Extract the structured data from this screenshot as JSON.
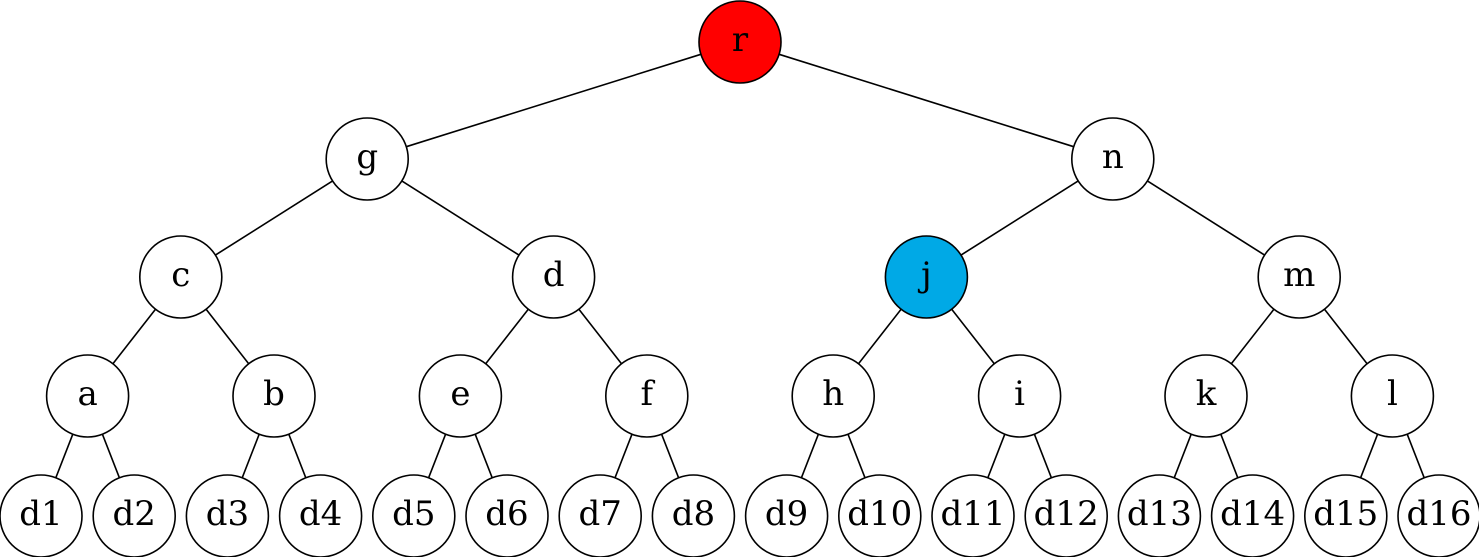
{
  "colors": {
    "highlight_root": "#ff0000",
    "highlight_selected": "#00a9e6",
    "default_fill": "#ffffff",
    "stroke": "#000000"
  },
  "tree": {
    "id": "r",
    "label": "r",
    "fill": "#ff0000",
    "children": [
      {
        "id": "g",
        "label": "g",
        "children": [
          {
            "id": "c",
            "label": "c",
            "children": [
              {
                "id": "a",
                "label": "a",
                "children": [
                  {
                    "id": "d1",
                    "label": "d1"
                  },
                  {
                    "id": "d2",
                    "label": "d2"
                  }
                ]
              },
              {
                "id": "b",
                "label": "b",
                "children": [
                  {
                    "id": "d3",
                    "label": "d3"
                  },
                  {
                    "id": "d4",
                    "label": "d4"
                  }
                ]
              }
            ]
          },
          {
            "id": "d",
            "label": "d",
            "children": [
              {
                "id": "e",
                "label": "e",
                "children": [
                  {
                    "id": "d5",
                    "label": "d5"
                  },
                  {
                    "id": "d6",
                    "label": "d6"
                  }
                ]
              },
              {
                "id": "f",
                "label": "f",
                "children": [
                  {
                    "id": "d7",
                    "label": "d7"
                  },
                  {
                    "id": "d8",
                    "label": "d8"
                  }
                ]
              }
            ]
          }
        ]
      },
      {
        "id": "n",
        "label": "n",
        "children": [
          {
            "id": "j",
            "label": "j",
            "fill": "#00a9e6",
            "children": [
              {
                "id": "h",
                "label": "h",
                "children": [
                  {
                    "id": "d9",
                    "label": "d9"
                  },
                  {
                    "id": "d10",
                    "label": "d10"
                  }
                ]
              },
              {
                "id": "i",
                "label": "i",
                "children": [
                  {
                    "id": "d11",
                    "label": "d11"
                  },
                  {
                    "id": "d12",
                    "label": "d12"
                  }
                ]
              }
            ]
          },
          {
            "id": "m",
            "label": "m",
            "children": [
              {
                "id": "k",
                "label": "k",
                "children": [
                  {
                    "id": "d13",
                    "label": "d13"
                  },
                  {
                    "id": "d14",
                    "label": "d14"
                  }
                ]
              },
              {
                "id": "l",
                "label": "l",
                "children": [
                  {
                    "id": "d15",
                    "label": "d15"
                  },
                  {
                    "id": "d16",
                    "label": "d16"
                  }
                ]
              }
            ]
          }
        ]
      }
    ]
  }
}
